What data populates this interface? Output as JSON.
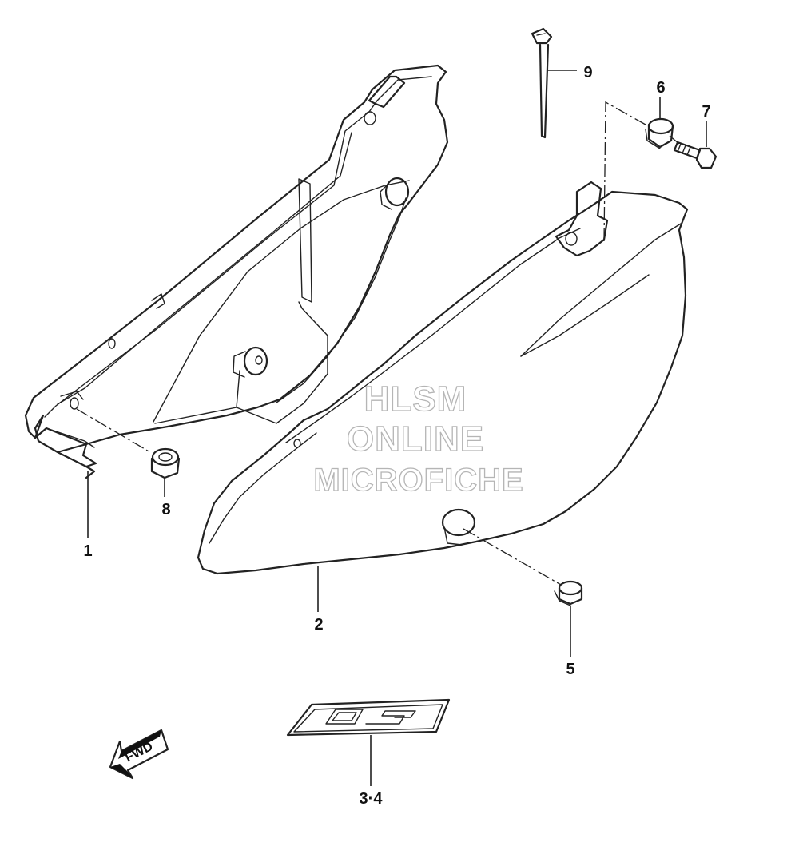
{
  "callouts": {
    "c1": "1",
    "c2": "2",
    "c34": "3·4",
    "c5": "5",
    "c6": "6",
    "c7": "7",
    "c8": "8",
    "c9": "9"
  },
  "watermark": {
    "line1": "HLSM",
    "line2": "ONLINE",
    "line3": "MICROFICHE"
  },
  "fwd_label": "FWD",
  "line_color": "#222222",
  "watermark_color": "#b5b5b5"
}
